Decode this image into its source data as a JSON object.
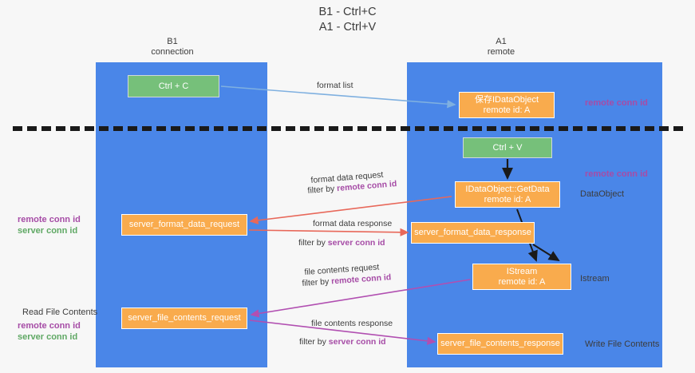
{
  "title": "B1 - Ctrl+C\nA1 - Ctrl+V",
  "colors": {
    "lane": "#4a86e8",
    "green_node": "#76c07a",
    "orange_node": "#f9ab4d",
    "purple_text": "#a64ca6",
    "green_text": "#5fa864",
    "background": "#f7f7f7",
    "separator": "#1a1a1a",
    "arrow_blue": "#7fb0e0",
    "arrow_red": "#e8685a",
    "arrow_magenta": "#b14fb1",
    "arrow_black": "#1a1a1a"
  },
  "columns": [
    {
      "id": "b1",
      "heading": "B1\nconnection"
    },
    {
      "id": "a1",
      "heading": "A1\nremote"
    }
  ],
  "nodes": [
    {
      "id": "ctrl-c",
      "label": "Ctrl + C",
      "style": "green"
    },
    {
      "id": "save-idataobject",
      "label": "保存IDataObject\nremote id: A",
      "style": "orange"
    },
    {
      "id": "ctrl-v",
      "label": "Ctrl + V",
      "style": "green"
    },
    {
      "id": "getdata",
      "label": "IDataObject::GetData\nremote id: A",
      "style": "orange"
    },
    {
      "id": "server-format-data-request",
      "label": "server_format_data_request",
      "style": "orange"
    },
    {
      "id": "server-format-data-response",
      "label": "server_format_data_response",
      "style": "orange"
    },
    {
      "id": "istream",
      "label": "IStream\nremote id: A",
      "style": "orange"
    },
    {
      "id": "server-file-contents-request",
      "label": "server_file_contents_request",
      "style": "orange"
    },
    {
      "id": "server-file-contents-response",
      "label": "server_file_contents_response",
      "style": "orange"
    }
  ],
  "edge_labels": [
    {
      "id": "format-list",
      "text": "format list"
    },
    {
      "id": "format-data-request",
      "text": "format data request"
    },
    {
      "id": "format-data-request-filter",
      "prefix": "filter by ",
      "highlight": "remote conn id"
    },
    {
      "id": "format-data-response",
      "text": "format data response"
    },
    {
      "id": "format-data-response-filter",
      "prefix": "filter by ",
      "highlight": "server conn id"
    },
    {
      "id": "file-contents-request",
      "text": "file contents request"
    },
    {
      "id": "file-contents-request-filter",
      "prefix": "filter by ",
      "highlight": "remote conn id"
    },
    {
      "id": "file-contents-response",
      "text": "file contents response"
    },
    {
      "id": "file-contents-response-filter",
      "prefix": "filter by ",
      "highlight": "server conn id"
    }
  ],
  "annotations": {
    "right": [
      {
        "id": "remote-conn-id-top",
        "text": "remote conn id",
        "color": "purple"
      },
      {
        "id": "remote-conn-id-middle",
        "text": "remote conn id",
        "color": "purple"
      },
      {
        "id": "dataobject",
        "text": "DataObject",
        "color": "plain"
      },
      {
        "id": "istream",
        "text": "Istream",
        "color": "plain"
      },
      {
        "id": "write-file-contents",
        "text": "Write File Contents",
        "color": "plain"
      }
    ],
    "left": [
      {
        "id": "remote-conn-id-format",
        "text": "remote conn id",
        "color": "purple"
      },
      {
        "id": "server-conn-id-format",
        "text": "server conn id",
        "color": "green"
      },
      {
        "id": "read-file-contents",
        "text": "Read File Contents",
        "color": "plain"
      },
      {
        "id": "remote-conn-id-file",
        "text": "remote conn id",
        "color": "purple"
      },
      {
        "id": "server-conn-id-file",
        "text": "server conn id",
        "color": "green"
      }
    ]
  }
}
